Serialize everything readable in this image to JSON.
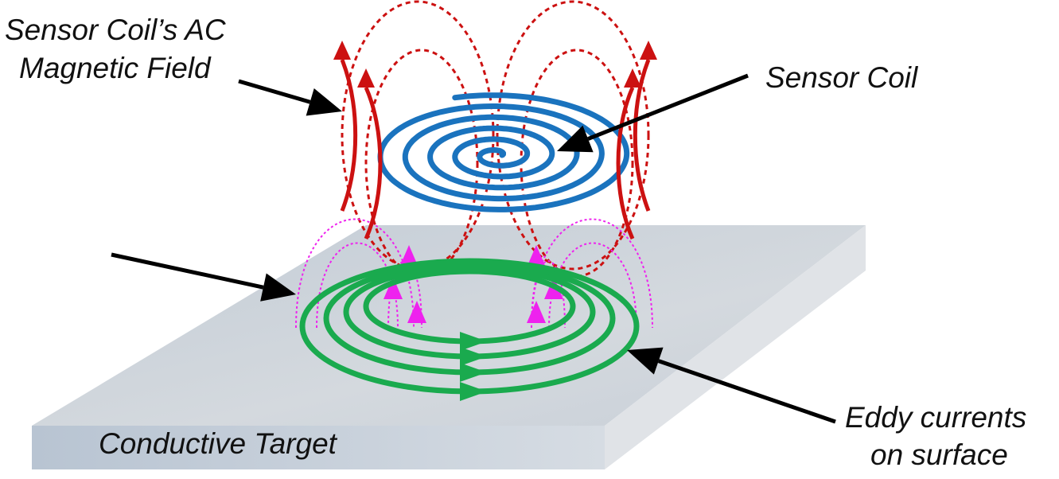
{
  "labels": {
    "field_line1": "Sensor Coil’s AC",
    "field_line2": "Magnetic Field",
    "sensor_coil": "Sensor Coil",
    "eddy_line1": "Eddy currents",
    "eddy_line2": "on surface",
    "target": "Conductive Target"
  },
  "colors": {
    "coil": "#1a73be",
    "field": "#cc1111",
    "eddy": "#1aaa4e",
    "opposing_field": "#ee22ee",
    "plate_top": "#bcc6d1",
    "plate_front": "#c7d0db",
    "plate_side": "#dde1e6",
    "pointer": "#000000"
  }
}
